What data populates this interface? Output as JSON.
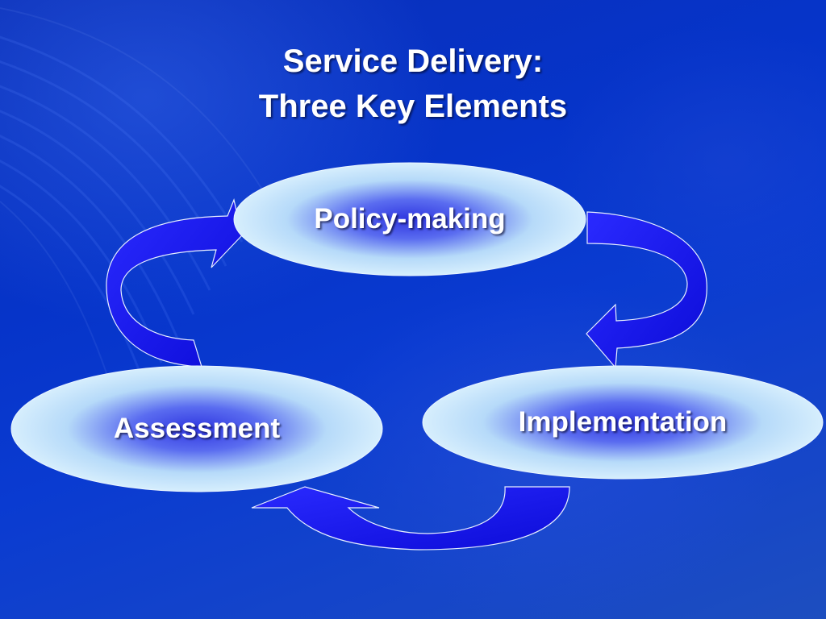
{
  "slide": {
    "title_line1": "Service Delivery:",
    "title_line2": "Three Key Elements"
  },
  "diagram": {
    "nodes": [
      {
        "id": "policy",
        "label": "Policy-making"
      },
      {
        "id": "implementation",
        "label": "Implementation"
      },
      {
        "id": "assessment",
        "label": "Assessment"
      }
    ],
    "cycle": [
      "policy",
      "implementation",
      "assessment"
    ],
    "colors": {
      "background": "#0a35c6",
      "ellipse_outer": "#d2ecfd",
      "ellipse_center": "#2f36e0",
      "arrow_fill": "#1414f0",
      "text": "#ffffff"
    }
  }
}
